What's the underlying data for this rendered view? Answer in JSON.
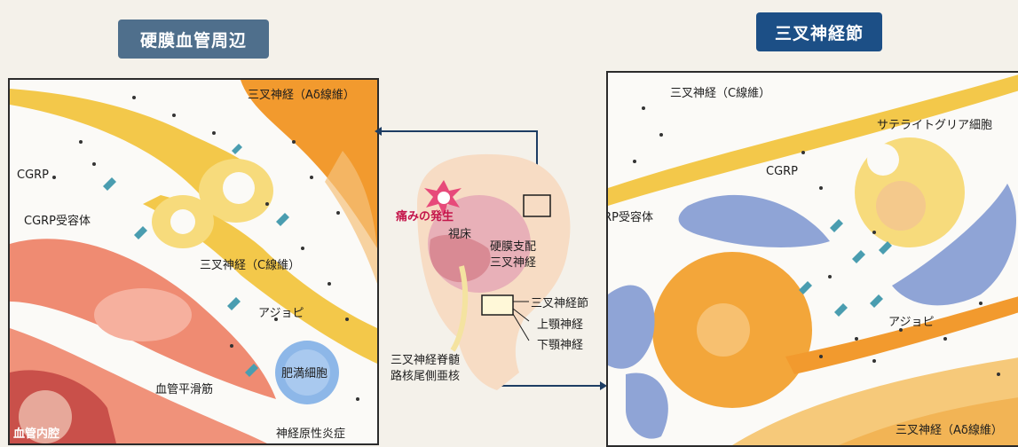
{
  "titles": {
    "left": "硬膜血管周辺",
    "right": "三叉神経節"
  },
  "left_panel": {
    "trigeminal_adelta": "三叉神経（Aδ線維）",
    "cgrp": "CGRP",
    "cgrp_receptor": "CGRP受容体",
    "trigeminal_c": "三叉神経（C線維）",
    "ajiopi": "アジョピ",
    "mast_cell": "肥満細胞",
    "smooth_muscle": "血管平滑筋",
    "lumen": "血管内腔",
    "neurogenic_inflammation": "神経原性炎症"
  },
  "center": {
    "pain_onset": "痛みの発生",
    "thalamus": "視床",
    "dura_trigeminal": "硬膜支配\n三叉神経",
    "ganglion": "三叉神経節",
    "maxillary": "上顎神経",
    "mandibular": "下顎神経",
    "spinal_nucleus": "三叉神経脊髄\n路核尾側亜核"
  },
  "right_panel": {
    "trigeminal_c": "三叉神経（C線維）",
    "satellite_glia": "サテライトグリア細胞",
    "cgrp": "CGRP",
    "cgrp_receptor": "CGRP受容体",
    "ajiopi": "アジョピ",
    "trigeminal_adelta": "三叉神経（Aδ線維）"
  },
  "colors": {
    "title_left": "#4f6f8c",
    "title_right": "#1c4f86",
    "nerve": "#f3c84a",
    "orange": "#f29a2e",
    "muscle": "#ef8b72",
    "glia_blue": "#8fa4d6",
    "receptor_teal": "#4a9db0",
    "pain": "#d6205a"
  }
}
